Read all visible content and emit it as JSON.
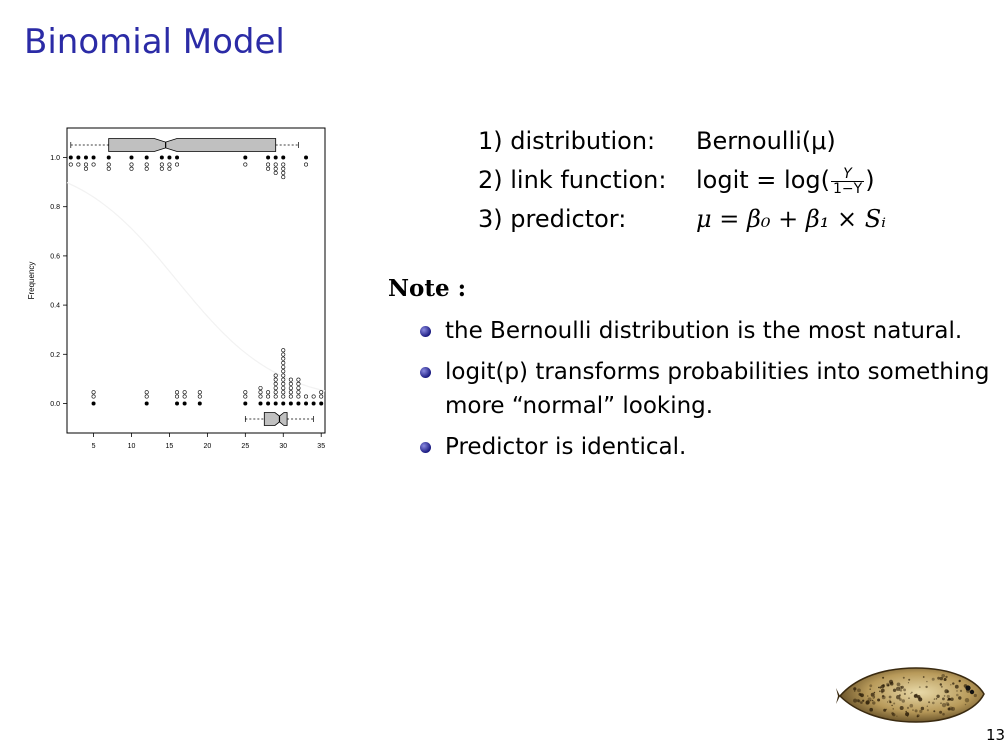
{
  "slide": {
    "title": "Binomial Model",
    "page_number": "13"
  },
  "model": {
    "distribution_label": "1) distribution:",
    "distribution_value": "Bernoulli(μ)",
    "link_label": "2) link function:",
    "link_value_prefix": "logit = log(",
    "link_frac_num": "Y",
    "link_frac_den": "1−Y",
    "link_value_suffix": ")",
    "predictor_label": "3) predictor:",
    "predictor_value": "μ = β₀ + β₁ × Sᵢ"
  },
  "note": {
    "heading": "Note :",
    "bullet1": "the Bernoulli distribution is the most natural.",
    "bullet2": "logit(p) transforms probabilities into something more “normal” looking.",
    "bullet3": "Predictor is identical."
  },
  "colors": {
    "title": "#2b2ba6",
    "bullet": "#1a1a80",
    "box_fill": "#c0c0c0"
  },
  "icons": {
    "flatfish": "flatfish-illustration"
  },
  "chart_data": {
    "type": "scatter",
    "ylabel": "Frequency",
    "xlabel": "",
    "xlim": [
      1.5,
      35.5
    ],
    "ylim": [
      -0.12,
      1.12
    ],
    "x_ticks": [
      "5",
      "10",
      "15",
      "20",
      "25",
      "30",
      "35"
    ],
    "y_ticks": [
      "0.0",
      "0.2",
      "0.4",
      "0.6",
      "0.8",
      "1.0"
    ],
    "series": [
      {
        "values": [
          {
            "x": 2,
            "y": 1,
            "n": 1
          },
          {
            "x": 3,
            "y": 1,
            "n": 1
          },
          {
            "x": 4,
            "y": 1,
            "n": 2
          },
          {
            "x": 5,
            "y": 1,
            "n": 1
          },
          {
            "x": 7,
            "y": 1,
            "n": 2
          },
          {
            "x": 10,
            "y": 1,
            "n": 2
          },
          {
            "x": 12,
            "y": 1,
            "n": 2
          },
          {
            "x": 14,
            "y": 1,
            "n": 2
          },
          {
            "x": 15,
            "y": 1,
            "n": 2
          },
          {
            "x": 16,
            "y": 1,
            "n": 1
          },
          {
            "x": 25,
            "y": 1,
            "n": 1
          },
          {
            "x": 28,
            "y": 1,
            "n": 2
          },
          {
            "x": 29,
            "y": 1,
            "n": 3
          },
          {
            "x": 30,
            "y": 1,
            "n": 4
          },
          {
            "x": 33,
            "y": 1,
            "n": 1
          },
          {
            "x": 5,
            "y": 0,
            "n": 2
          },
          {
            "x": 12,
            "y": 0,
            "n": 2
          },
          {
            "x": 16,
            "y": 0,
            "n": 2
          },
          {
            "x": 17,
            "y": 0,
            "n": 2
          },
          {
            "x": 19,
            "y": 0,
            "n": 2
          },
          {
            "x": 25,
            "y": 0,
            "n": 2
          },
          {
            "x": 27,
            "y": 0,
            "n": 3
          },
          {
            "x": 28,
            "y": 0,
            "n": 2
          },
          {
            "x": 29,
            "y": 0,
            "n": 6
          },
          {
            "x": 30,
            "y": 0,
            "n": 12
          },
          {
            "x": 31,
            "y": 0,
            "n": 5
          },
          {
            "x": 32,
            "y": 0,
            "n": 5
          },
          {
            "x": 33,
            "y": 0,
            "n": 1
          },
          {
            "x": 34,
            "y": 0,
            "n": 1
          },
          {
            "x": 35,
            "y": 0,
            "n": 2
          }
        ]
      }
    ],
    "boxplots": [
      {
        "position": "top",
        "group_y": 1,
        "whisker_low": 2,
        "q1": 7,
        "median": 14.5,
        "q3": 29,
        "whisker_high": 32,
        "notch": 1.5
      },
      {
        "position": "bottom",
        "group_y": 0,
        "whisker_low": 25,
        "q1": 27.5,
        "median": 29.5,
        "q3": 30.5,
        "whisker_high": 34,
        "notch": 0.6
      }
    ],
    "fitted_curve": {
      "intercept": 2.4,
      "slope": -0.15
    }
  }
}
